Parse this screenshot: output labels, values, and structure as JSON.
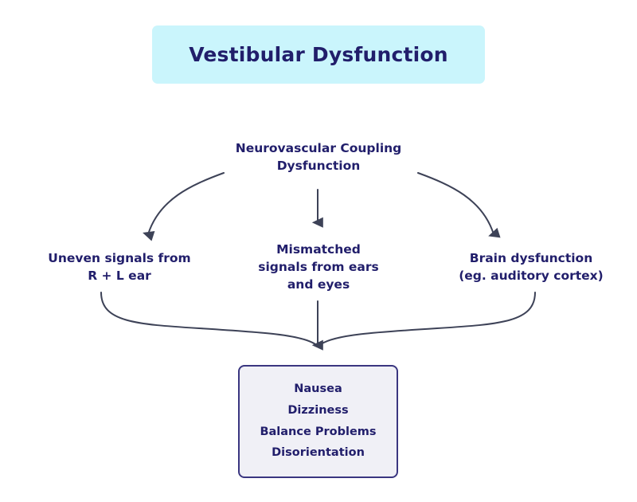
{
  "diagram": {
    "title": "Vestibular Dysfunction",
    "root_node": "Neurovascular Coupling\nDysfunction",
    "branches": [
      {
        "label": "Uneven signals from\nR + L ear"
      },
      {
        "label": "Mismatched\nsignals from ears\nand eyes"
      },
      {
        "label": "Brain dysfunction\n(eg. auditory cortex)"
      }
    ],
    "outcomes": {
      "items": [
        "Nausea",
        "Dizziness",
        "Balance Problems",
        "Disorientation"
      ]
    },
    "colors": {
      "title_background": "#CAF5FC",
      "text_navy": "#211E6B",
      "outcome_background": "#F0F0F6",
      "outcome_border": "#3A3680",
      "arrow": "#3D4257",
      "page_background": "#FFFFFF"
    }
  }
}
